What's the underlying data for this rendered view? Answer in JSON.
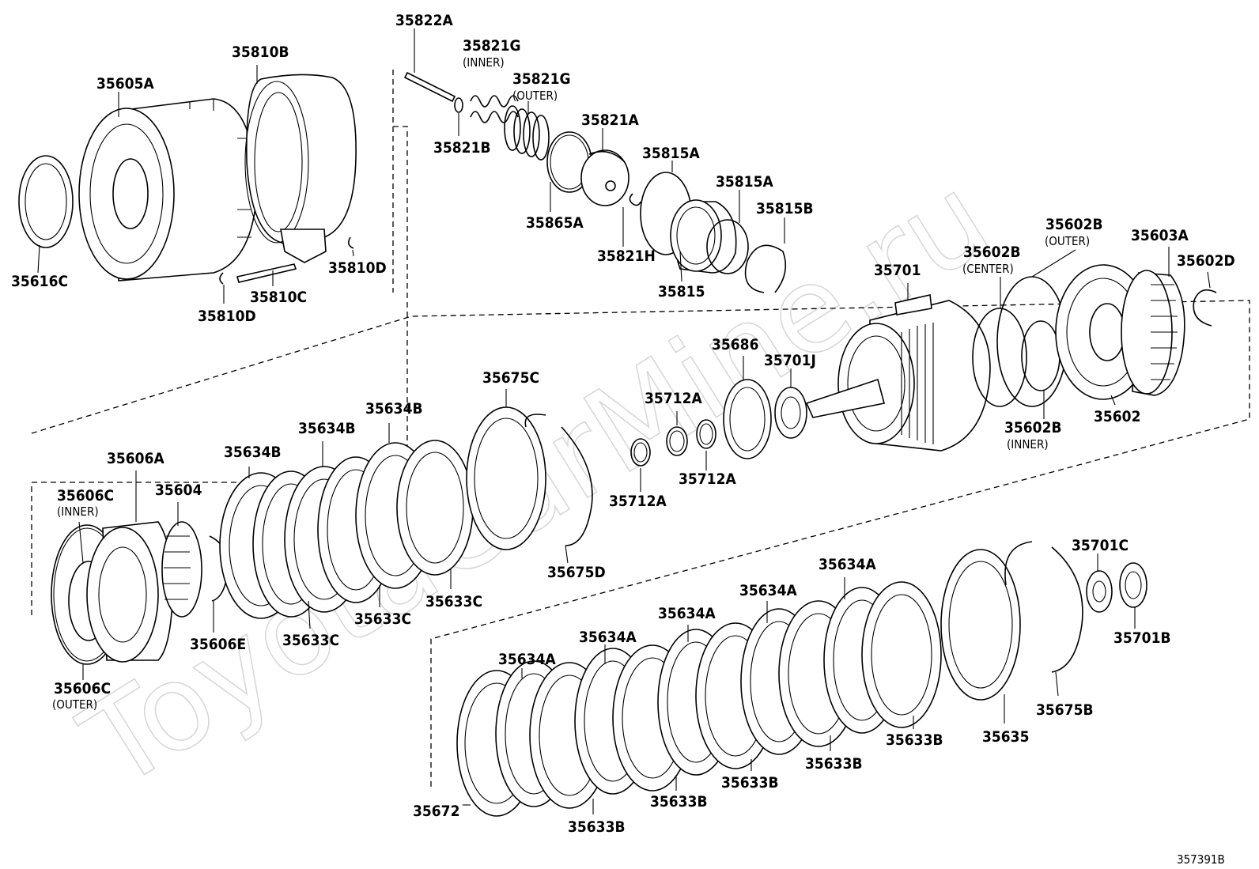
{
  "watermark": "ToyotaCarMine.ru",
  "figure_ref": "357391B",
  "parts": {
    "p35822A": "35822A",
    "p35821G_inner": "35821G",
    "p35821G_inner_note": "(INNER)",
    "p35821G_outer": "35821G",
    "p35821G_outer_note": "(OUTER)",
    "p35821A": "35821A",
    "p35821B": "35821B",
    "p35865A": "35865A",
    "p35821H": "35821H",
    "p35815A_1": "35815A",
    "p35815A_2": "35815A",
    "p35815B": "35815B",
    "p35815": "35815",
    "p35810B": "35810B",
    "p35605A": "35605A",
    "p35616C": "35616C",
    "p35810D_1": "35810D",
    "p35810D_2": "35810D",
    "p35810C": "35810C",
    "p35701": "35701",
    "p35602B_outer": "35602B",
    "p35602B_outer_note": "(OUTER)",
    "p35602B_center": "35602B",
    "p35602B_center_note": "(CENTER)",
    "p35602B_inner": "35602B",
    "p35602B_inner_note": "(INNER)",
    "p35603A": "35603A",
    "p35602D": "35602D",
    "p35602": "35602",
    "p35686": "35686",
    "p35701J": "35701J",
    "p35712A_1": "35712A",
    "p35712A_2": "35712A",
    "p35712A_3": "35712A",
    "p35675C": "35675C",
    "p35675D": "35675D",
    "p35634B_1": "35634B",
    "p35634B_2": "35634B",
    "p35634B_3": "35634B",
    "p35606A": "35606A",
    "p35606C_inner": "35606C",
    "p35606C_inner_note": "(INNER)",
    "p35606C_outer": "35606C",
    "p35606C_outer_note": "(OUTER)",
    "p35604": "35604",
    "p35606E": "35606E",
    "p35633C_1": "35633C",
    "p35633C_2": "35633C",
    "p35633C_3": "35633C",
    "p35701C": "35701C",
    "p35701B": "35701B",
    "p35675B": "35675B",
    "p35635": "35635",
    "p35634A_1": "35634A",
    "p35634A_2": "35634A",
    "p35634A_3": "35634A",
    "p35634A_4": "35634A",
    "p35634A_5": "35634A",
    "p35633B_1": "35633B",
    "p35633B_2": "35633B",
    "p35633B_3": "35633B",
    "p35633B_4": "35633B",
    "p35633B_5": "35633B",
    "p35672": "35672"
  }
}
